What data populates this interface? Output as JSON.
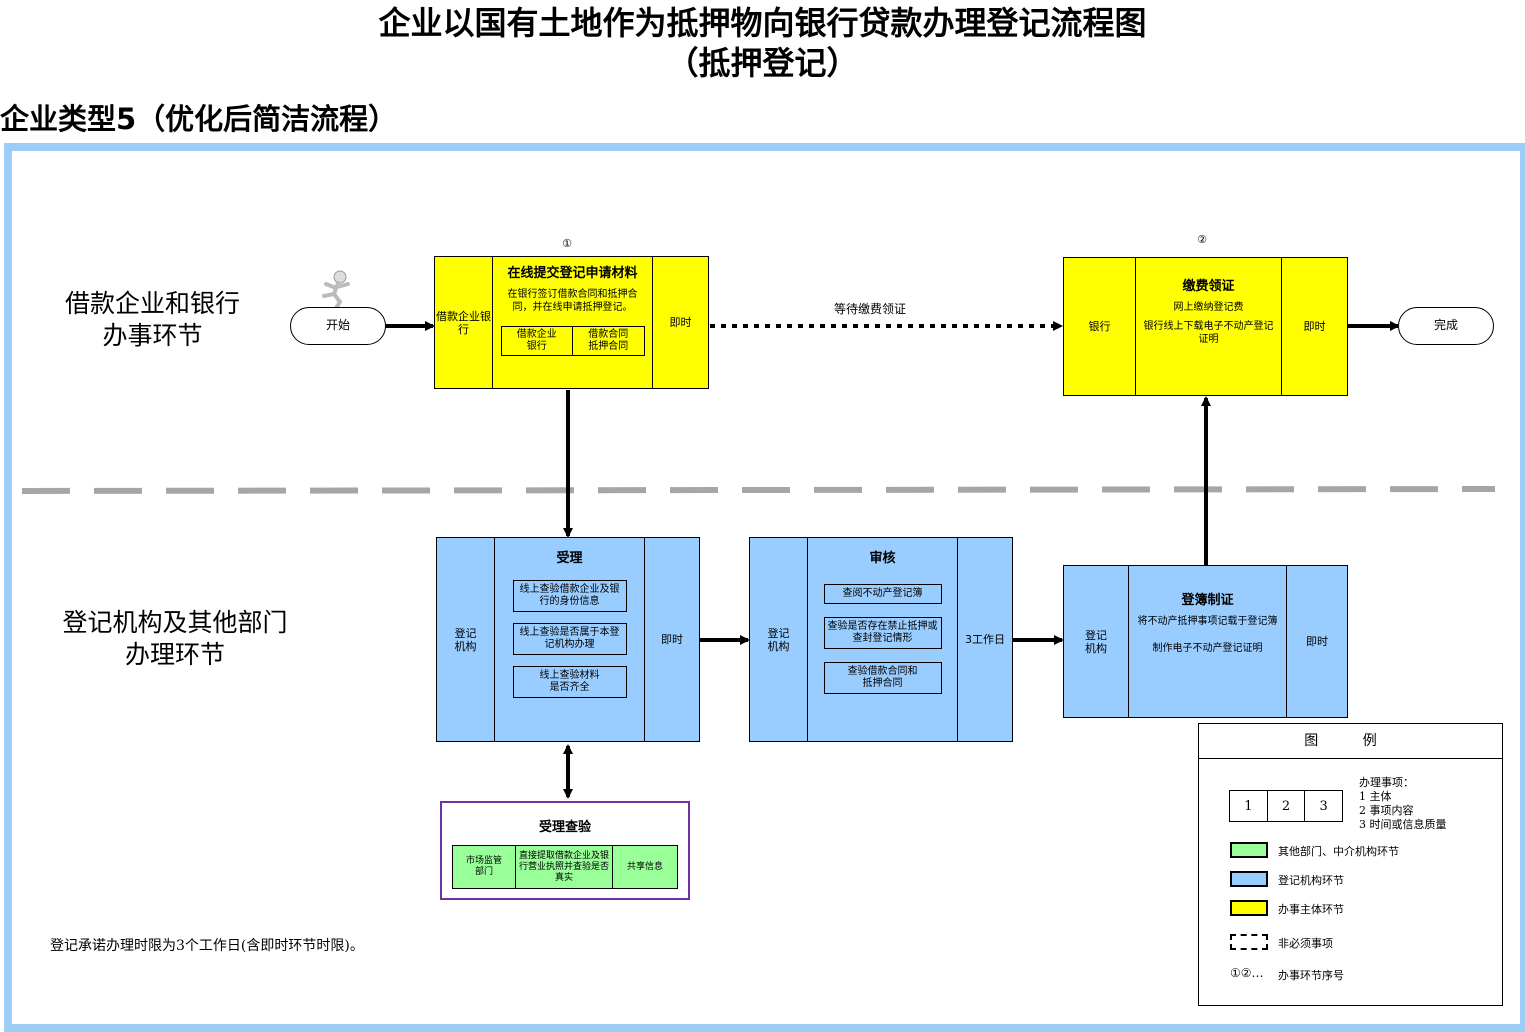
{
  "title_line1": "企业以国有土地作为抵押物向银行贷款办理登记流程图",
  "title_line2": "（抵押登记）",
  "subtitle": "企业类型5（优化后简洁流程）",
  "lanes": {
    "top": "借款企业和银行\n办事环节",
    "bottom": "登记机构及其他部门\n办理环节"
  },
  "start_label": "开始",
  "end_label": "完成",
  "step1": {
    "number": "①",
    "subject": "借款企业银行",
    "title": "在线提交登记申请材料",
    "content": "在银行签订借款合同和抵押合同，并在线申请抵押登记。",
    "items": [
      "借款企业\n银行",
      "借款合同\n抵押合同"
    ],
    "time": "即时"
  },
  "wait_label": "等待缴费领证",
  "step2": {
    "number": "②",
    "subject": "银行",
    "title": "缴费领证",
    "lines": [
      "网上缴纳登记费",
      "银行线上下载电子不动产登记证明"
    ],
    "time": "即时"
  },
  "accept": {
    "subject": "登记\n机构",
    "title": "受理",
    "items": [
      "线上查验借款企业及银行的身份信息",
      "线上查验是否属于本登记机构办理",
      "线上查验材料\n是否齐全"
    ],
    "time": "即时"
  },
  "review": {
    "subject": "登记\n机构",
    "title": "审核",
    "items": [
      "查阅不动产登记簿",
      "查验是否存在禁止抵押或查封登记情形",
      "查验借款合同和\n抵押合同"
    ],
    "time": "3工作日"
  },
  "register": {
    "subject": "登记\n机构",
    "title": "登簿制证",
    "lines": [
      "将不动产抵押事项记载于登记簿",
      "制作电子不动产登记证明"
    ],
    "time": "即时"
  },
  "verify": {
    "title": "受理查验",
    "cells": [
      "市场监管\n部门",
      "直接提取借款企业及银行营业执照并查验是否真实",
      "共享信息"
    ]
  },
  "note": "登记承诺办理时限为3个工作日(含即时环节时限)。",
  "legend": {
    "title": "图 例",
    "cells": [
      "1",
      "2",
      "3"
    ],
    "items_title": "办理事项：",
    "items": [
      "1 主体",
      "2 事项内容",
      "3 时间或信息质量"
    ],
    "green": "其他部门、中介机构环节",
    "blue": "登记机构环节",
    "yellow": "办事主体环节",
    "dashed": "非必须事项",
    "seq_symbol": "①②…",
    "seq": "办事环节序号"
  },
  "colors": {
    "yellow": "#ffff00",
    "blue": "#99ccff",
    "green": "#99ff99",
    "frame": "#9ccdf7",
    "purple": "#7030a0"
  }
}
